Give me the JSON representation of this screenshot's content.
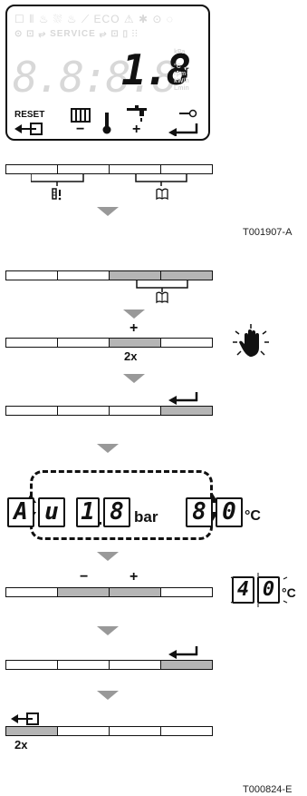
{
  "display": {
    "ghost_icons": "☐ ⦀ ♨ ⛆ ♨ ⟋ ECO ⚠ ✱ ⊙ ◌",
    "ghost_row2": "⊙ ⊡ ⥂ SERVICE ⥂ ⊡ ▯ ⫶⫶",
    "ghost_digits": "8.8:8.8",
    "pressure_value": "1.8",
    "unit": "bar",
    "ghost_units": [
      "kPa",
      "°C",
      "rpm",
      "kW/h",
      "Lmin"
    ],
    "reset_label": "RESET",
    "minus_label": "−",
    "plus_label": "+"
  },
  "fig1": {
    "code": "T001907-A"
  },
  "step_plus": {
    "plus_label": "+",
    "count": "2x"
  },
  "readout": {
    "chars": [
      "A",
      "u"
    ],
    "value_int": "1",
    "value_dec": "8",
    "unit": "bar",
    "temp_digits": [
      "8",
      "0"
    ],
    "temp_unit": "°C"
  },
  "adjust": {
    "minus_label": "−",
    "plus_label": "+",
    "temp_digits": [
      "4",
      "0"
    ],
    "temp_unit": "°C"
  },
  "final": {
    "count": "2x"
  },
  "fig2": {
    "code": "T000824-E"
  }
}
